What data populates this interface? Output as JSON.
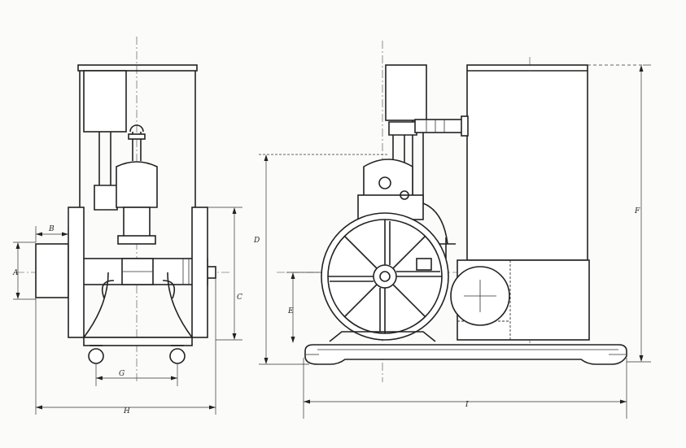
{
  "drawing": {
    "ink_color": "#222222",
    "paper_color": "#fbfbf9",
    "dimension_labels": {
      "A": "A",
      "B": "B",
      "C": "C",
      "D": "D",
      "E": "E",
      "F": "F",
      "G": "G",
      "H": "H",
      "I": "I"
    }
  }
}
